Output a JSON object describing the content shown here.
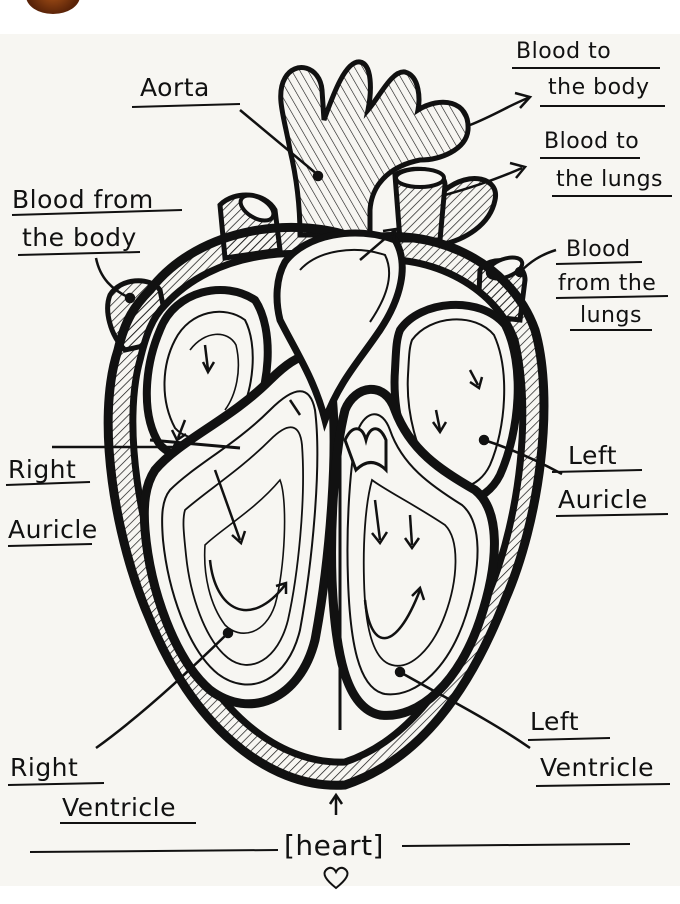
{
  "labels": {
    "aorta": "Aorta",
    "blood_to_body": [
      "Blood to",
      "the body"
    ],
    "blood_to_lungs": [
      "Blood to",
      "the lungs"
    ],
    "blood_from_body": [
      "Blood from",
      "the body"
    ],
    "blood_from_lungs": [
      "Blood",
      "from the",
      "lungs"
    ],
    "right_auricle": [
      "Right",
      "Auricle"
    ],
    "left_auricle": [
      "Left",
      "Auricle"
    ],
    "right_ventricle": [
      "Right",
      "Ventricle"
    ],
    "left_ventricle": [
      "Left",
      "Ventricle"
    ],
    "title": "[heart]"
  },
  "colors": {
    "ink": "#111111",
    "paper": "#f7f6f2",
    "avatar": "#8a3a10"
  },
  "icons": {
    "footer": "heart-outline-icon"
  }
}
